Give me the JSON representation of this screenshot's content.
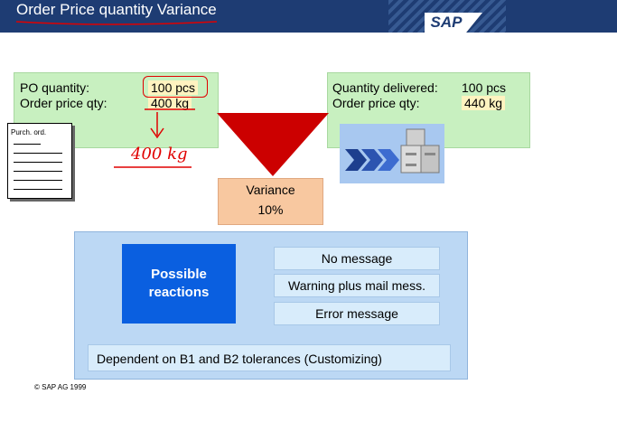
{
  "header": {
    "title": "Order Price quantity Variance",
    "logo": "SAP"
  },
  "left_box": {
    "rows": [
      {
        "label": "PO quantity:",
        "value": "100 pcs"
      },
      {
        "label": "Order price qty:",
        "value": "400 kg"
      }
    ]
  },
  "right_box": {
    "rows": [
      {
        "label": "Quantity delivered:",
        "value": "100 pcs"
      },
      {
        "label": "Order price qty:",
        "value": "440 kg"
      }
    ]
  },
  "document_icon": {
    "label": "Purch. ord."
  },
  "handwritten_note": "400 kg",
  "variance": {
    "label": "Variance",
    "value": "10%"
  },
  "reactions": {
    "heading": "Possible reactions",
    "options": [
      "No message",
      "Warning plus mail mess.",
      "Error message"
    ]
  },
  "dependency": "Dependent on B1 and B2 tolerances (Customizing)",
  "copyright": "© SAP AG 1999",
  "colors": {
    "header": "#1e3c73",
    "box_green": "#c8f0c0",
    "arrow_red": "#cc0000",
    "reactions_blue": "#0a5fe0",
    "annotation_red": "#e00000"
  }
}
